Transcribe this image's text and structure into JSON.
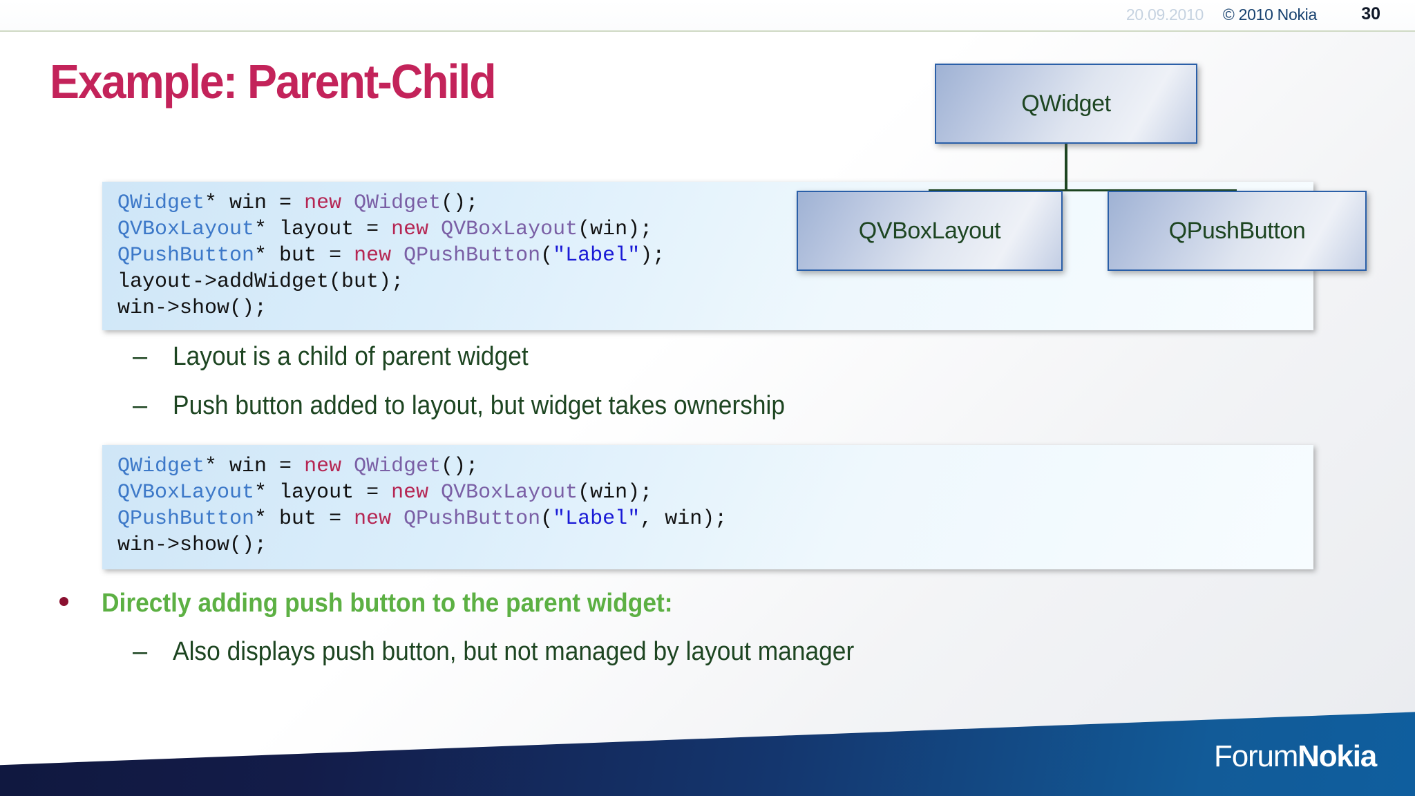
{
  "header": {
    "date": "20.09.2010",
    "copyright": "© 2010 Nokia",
    "page_number": "30"
  },
  "title": "Example: Parent-Child",
  "code_blocks": [
    {
      "id": "code-block-1",
      "lines": [
        [
          {
            "t": "QWidget",
            "c": "cls"
          },
          {
            "t": "* win = ",
            "c": "pl"
          },
          {
            "t": "new",
            "c": "kw"
          },
          {
            "t": " ",
            "c": "pl"
          },
          {
            "t": "QWidget",
            "c": "cls2"
          },
          {
            "t": "();",
            "c": "pl"
          }
        ],
        [
          {
            "t": "QVBoxLayout",
            "c": "cls"
          },
          {
            "t": "* layout = ",
            "c": "pl"
          },
          {
            "t": "new",
            "c": "kw"
          },
          {
            "t": " ",
            "c": "pl"
          },
          {
            "t": "QVBoxLayout",
            "c": "cls2"
          },
          {
            "t": "(win);",
            "c": "pl"
          }
        ],
        [
          {
            "t": "QPushButton",
            "c": "cls"
          },
          {
            "t": "* but = ",
            "c": "pl"
          },
          {
            "t": "new",
            "c": "kw"
          },
          {
            "t": " ",
            "c": "pl"
          },
          {
            "t": "QPushButton",
            "c": "cls2"
          },
          {
            "t": "(",
            "c": "pl"
          },
          {
            "t": "\"Label\"",
            "c": "str"
          },
          {
            "t": ");",
            "c": "pl"
          }
        ],
        [
          {
            "t": "layout->addWidget(but);",
            "c": "pl"
          }
        ],
        [
          {
            "t": "win->show();",
            "c": "pl"
          }
        ]
      ]
    },
    {
      "id": "code-block-2",
      "lines": [
        [
          {
            "t": "QWidget",
            "c": "cls"
          },
          {
            "t": "* win = ",
            "c": "pl"
          },
          {
            "t": "new",
            "c": "kw"
          },
          {
            "t": " ",
            "c": "pl"
          },
          {
            "t": "QWidget",
            "c": "cls2"
          },
          {
            "t": "();",
            "c": "pl"
          }
        ],
        [
          {
            "t": "QVBoxLayout",
            "c": "cls"
          },
          {
            "t": "* layout = ",
            "c": "pl"
          },
          {
            "t": "new",
            "c": "kw"
          },
          {
            "t": " ",
            "c": "pl"
          },
          {
            "t": "QVBoxLayout",
            "c": "cls2"
          },
          {
            "t": "(win);",
            "c": "pl"
          }
        ],
        [
          {
            "t": "QPushButton",
            "c": "cls"
          },
          {
            "t": "* but = ",
            "c": "pl"
          },
          {
            "t": "new",
            "c": "kw"
          },
          {
            "t": " ",
            "c": "pl"
          },
          {
            "t": "QPushButton",
            "c": "cls2"
          },
          {
            "t": "(",
            "c": "pl"
          },
          {
            "t": "\"Label\"",
            "c": "str"
          },
          {
            "t": ", win);",
            "c": "pl"
          }
        ],
        [
          {
            "t": "win->show();",
            "c": "pl"
          }
        ]
      ]
    }
  ],
  "bullets": {
    "dash_mark": "–",
    "dash_1": "Layout is a child of parent widget",
    "dash_2": "Push button added to layout, but widget takes ownership",
    "dash_3": "Also displays push button, but not managed by layout manager",
    "green_line": "Directly adding push button to the parent widget:"
  },
  "diagram": {
    "nodes": [
      {
        "name": "QWidget"
      },
      {
        "name": "QVBoxLayout"
      },
      {
        "name": "QPushButton"
      }
    ]
  },
  "footer": {
    "logo_first": "Forum",
    "logo_second": "Nokia"
  },
  "colors": {
    "title": "#c3235a",
    "bullet_green_dark": "#1d4521",
    "bullet_green_bright": "#5cb043",
    "bullet_dot": "#8a1030",
    "code_class": "#3c78c8",
    "code_keyword": "#b52552",
    "code_class_new": "#7a5fa5",
    "code_string": "#1a1ad6",
    "node_border": "#2a5fa8",
    "footer_blue": "#14366e"
  }
}
